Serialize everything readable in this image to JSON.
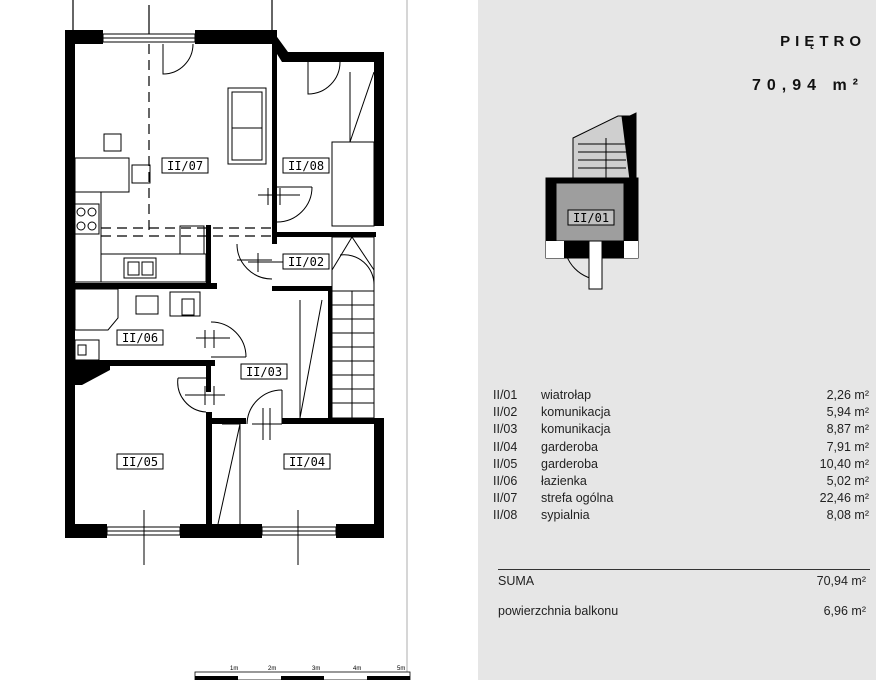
{
  "header": {
    "floor_title": "PIĘTRO",
    "floor_area": "70,94 m²"
  },
  "rooms": [
    {
      "code": "II/01",
      "name": "wiatrołap",
      "area": "2,26 m²"
    },
    {
      "code": "II/02",
      "name": "komunikacja",
      "area": "5,94 m²"
    },
    {
      "code": "II/03",
      "name": "komunikacja",
      "area": "8,87 m²"
    },
    {
      "code": "II/04",
      "name": "garderoba",
      "area": "7,91 m²"
    },
    {
      "code": "II/05",
      "name": "garderoba",
      "area": "10,40 m²"
    },
    {
      "code": "II/06",
      "name": "łazienka",
      "area": "5,02 m²"
    },
    {
      "code": "II/07",
      "name": "strefa ogólna",
      "area": "22,46 m²"
    },
    {
      "code": "II/08",
      "name": "sypialnia",
      "area": "8,08 m²"
    }
  ],
  "summary": {
    "sum_label": "SUMA",
    "sum_value": "70,94 m²",
    "balcony_label": "powierzchnia balkonu",
    "balcony_value": "6,96 m²"
  },
  "plan_labels": {
    "r01": "II/01",
    "r02": "II/02",
    "r03": "II/03",
    "r04": "II/04",
    "r05": "II/05",
    "r06": "II/06",
    "r07": "II/07",
    "r08": "II/08"
  },
  "scale": {
    "m1": "1m",
    "m2": "2m",
    "m3": "3m",
    "m4": "4m",
    "m5": "5m"
  }
}
